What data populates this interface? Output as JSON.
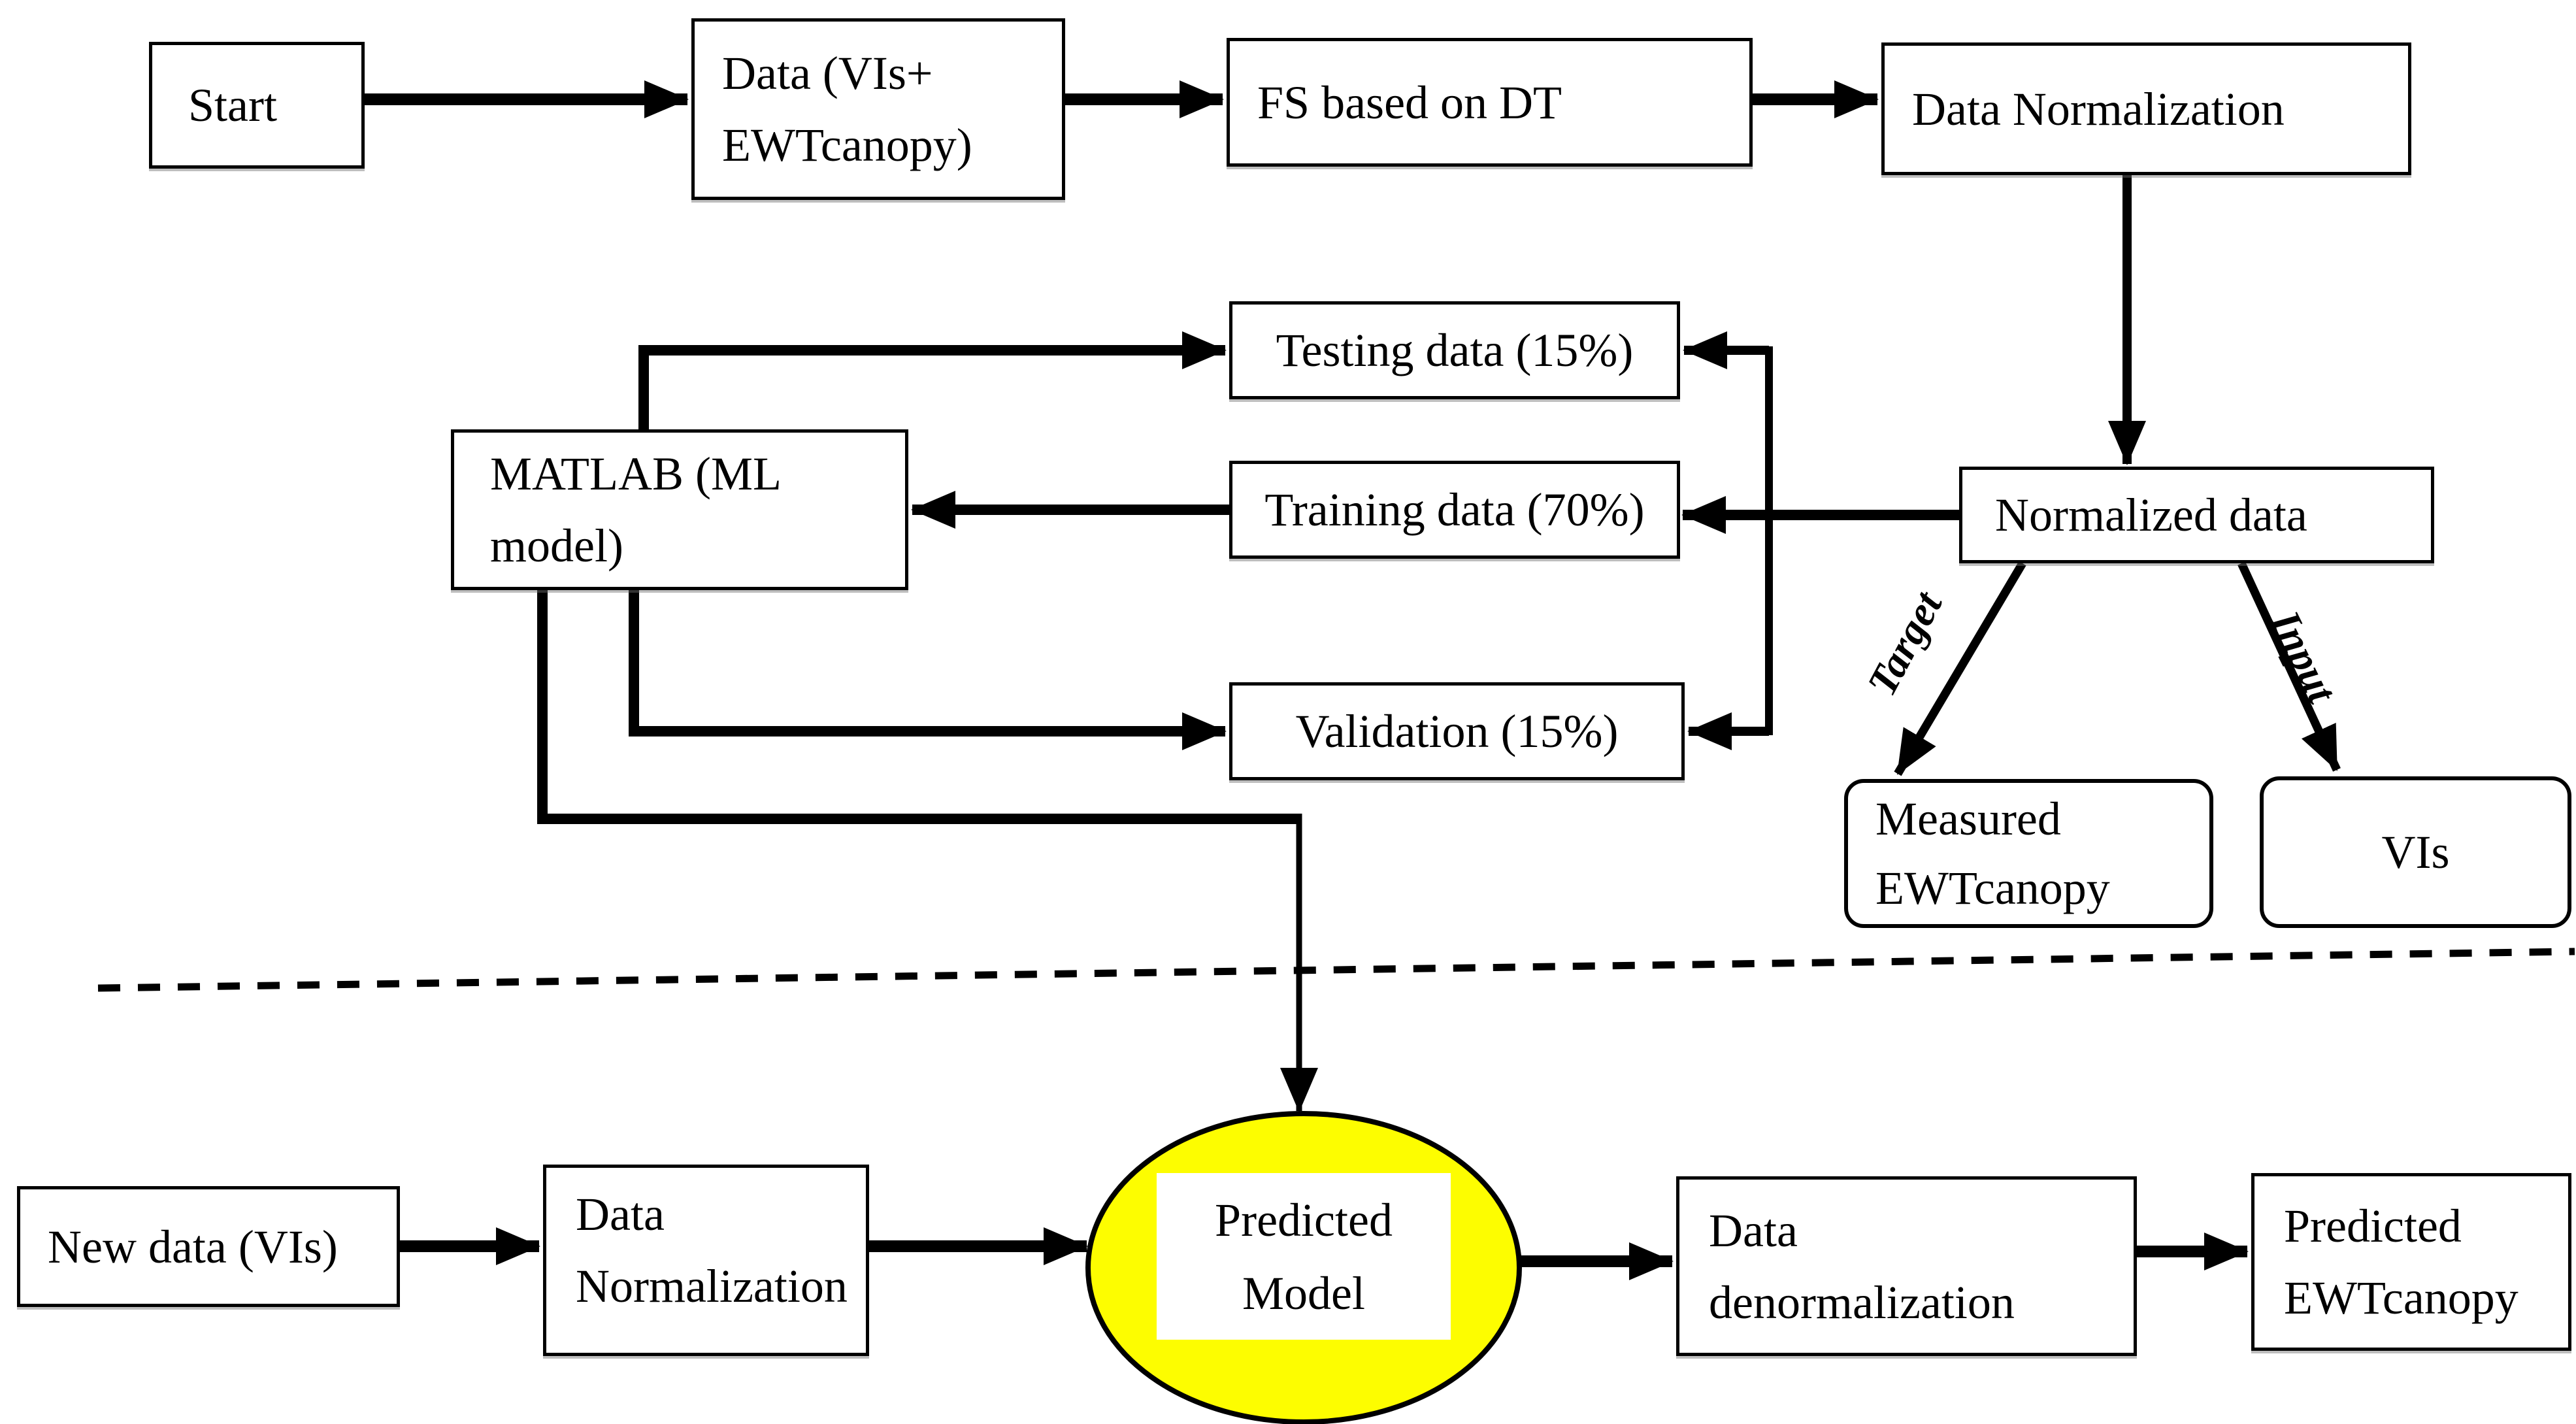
{
  "colors": {
    "model_fill": "#fdfd00",
    "line": "#000000",
    "box_fill": "#ffffff"
  },
  "nodes": {
    "start": {
      "label": "Start"
    },
    "data_vis": {
      "line1": "Data (VIs+",
      "line2": "EWTcanopy)"
    },
    "fs_dt": {
      "label": "FS based on DT"
    },
    "data_normalization_top": {
      "label": "Data Normalization"
    },
    "testing": {
      "label": "Testing data (15%)"
    },
    "matlab": {
      "line1": "MATLAB (ML",
      "line2": "model)"
    },
    "training": {
      "label": "Training data (70%)"
    },
    "validation": {
      "label": "Validation (15%)"
    },
    "normalized": {
      "label": "Normalized data"
    },
    "measured": {
      "line1": "Measured",
      "line2": "EWTcanopy"
    },
    "vis": {
      "label": "VIs"
    },
    "new_data": {
      "label": "New data (VIs)"
    },
    "data_normalization_bottom": {
      "line1": "Data",
      "line2": "Normalization"
    },
    "predicted_model": {
      "line1": "Predicted",
      "line2": "Model"
    },
    "data_denormalization": {
      "line1": "Data",
      "line2": "denormalization"
    },
    "predicted_ewt": {
      "line1": "Predicted",
      "line2": "EWTcanopy"
    }
  },
  "edge_labels": {
    "target": "Target",
    "input": "Input"
  }
}
